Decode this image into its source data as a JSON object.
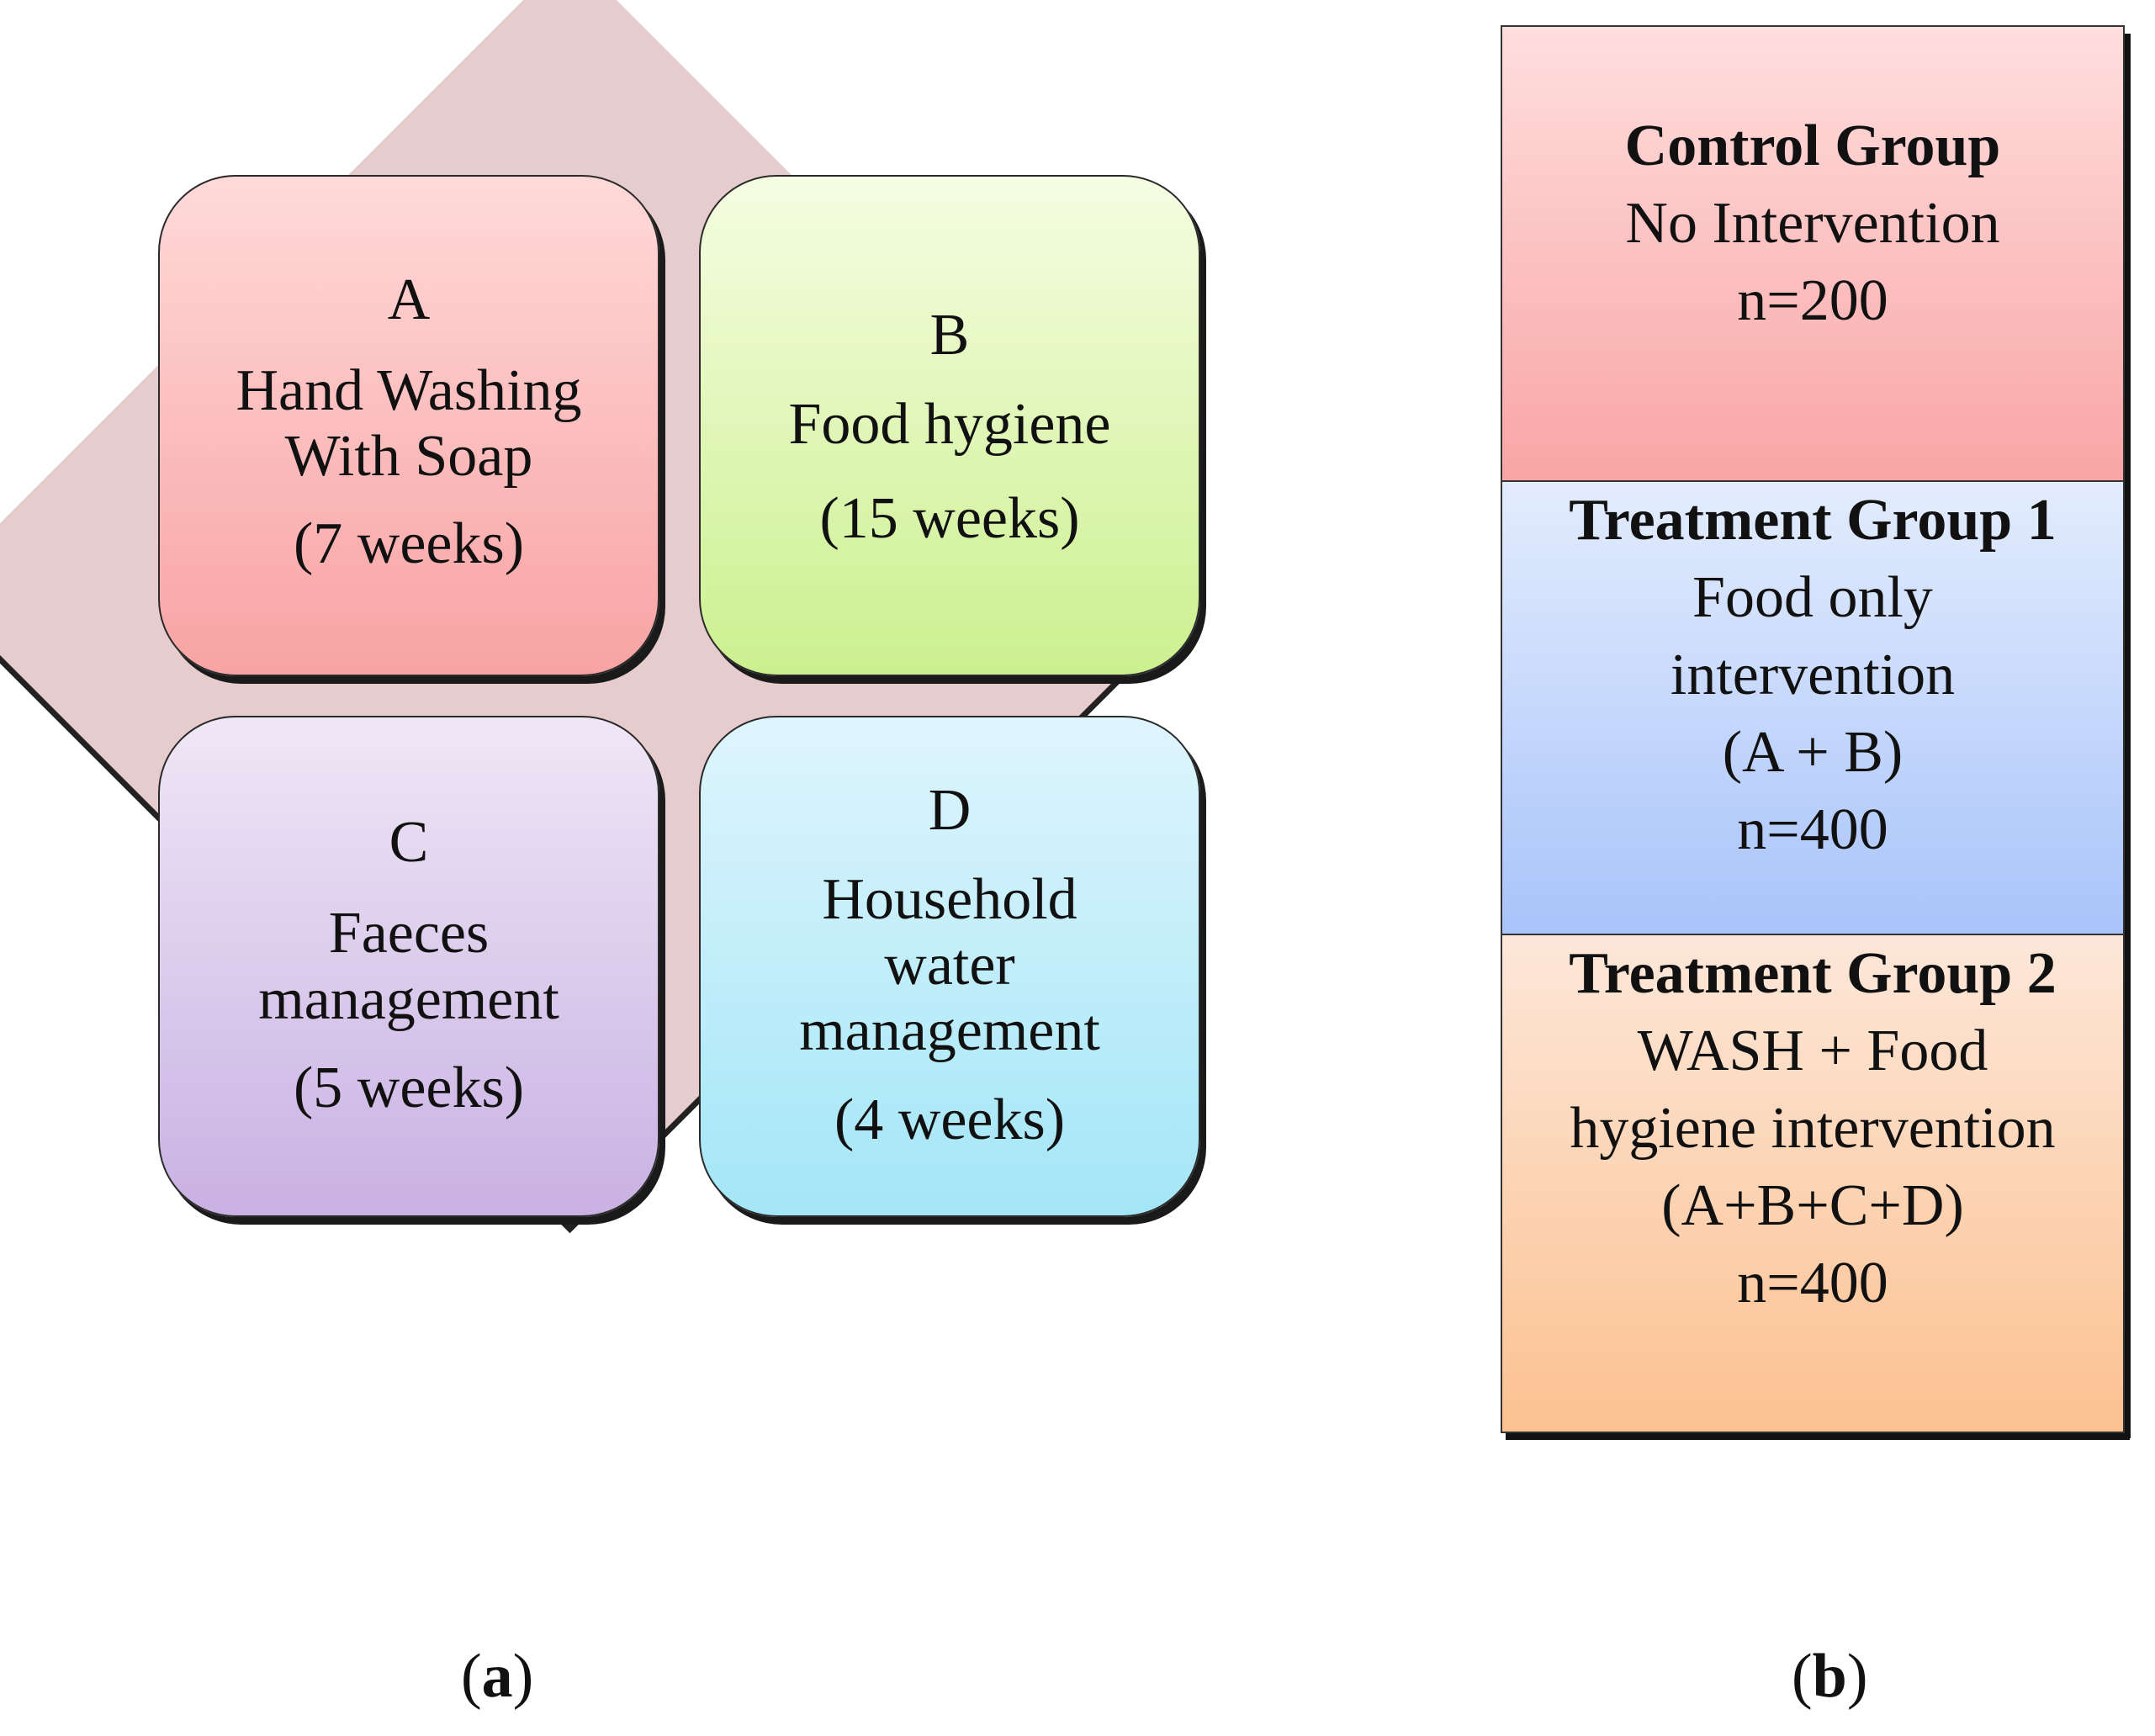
{
  "panel_a": {
    "caption_letter": "a",
    "quadrants": [
      {
        "letter": "A",
        "lines": [
          "Hand Washing",
          "With Soap"
        ],
        "duration": "(7 weeks)",
        "color": "#f8a3a3"
      },
      {
        "letter": "B",
        "lines": [
          "Food hygiene"
        ],
        "duration": "(15 weeks)",
        "color": "#ccf08f"
      },
      {
        "letter": "C",
        "lines": [
          "Faeces",
          "management"
        ],
        "duration": "(5 weeks)",
        "color": "#c9b1e3"
      },
      {
        "letter": "D",
        "lines": [
          "Household",
          "water",
          "management"
        ],
        "duration": "(4 weeks)",
        "color": "#a3e6f7"
      }
    ]
  },
  "panel_b": {
    "caption_letter": "b",
    "groups": [
      {
        "title": "Control Group",
        "lines": [
          "No Intervention"
        ],
        "n": "n=200",
        "color": "#f9a5a5"
      },
      {
        "title": "Treatment Group 1",
        "lines": [
          "Food only",
          "intervention",
          "(A + B)"
        ],
        "n": "n=400",
        "color": "#a9c4fa"
      },
      {
        "title": "Treatment Group 2",
        "lines": [
          "WASH + Food",
          "hygiene intervention",
          "(A+B+C+D)"
        ],
        "n": "n=400",
        "color": "#fbc190"
      }
    ]
  }
}
